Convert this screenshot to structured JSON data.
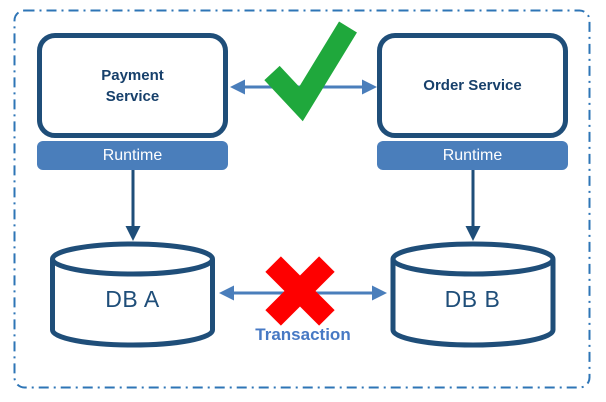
{
  "diagram": {
    "services": {
      "payment": {
        "label": "Payment Service",
        "runtime_label": "Runtime"
      },
      "order": {
        "label": "Order Service",
        "runtime_label": "Runtime"
      }
    },
    "databases": {
      "a": {
        "label": "DB A"
      },
      "b": {
        "label": "DB B"
      }
    },
    "labels": {
      "transaction": "Transaction"
    },
    "icons": {
      "check": {
        "name": "check-icon",
        "color": "#1FA83C"
      },
      "cross": {
        "name": "cross-icon",
        "color": "#FE0000"
      }
    },
    "colors": {
      "box_border_navy": "#1F4E79",
      "service_text_navy": "#17406B",
      "runtime_bar_blue": "#4A7EBB",
      "horizontal_arrow_blue": "#4A7EBB",
      "vertical_arrow_navy": "#1F4E79",
      "dashed_boundary_blue": "#2E75B6",
      "transaction_label_blue": "#4779C4",
      "check_green": "#1FA83C",
      "cross_red": "#FE0000"
    }
  }
}
